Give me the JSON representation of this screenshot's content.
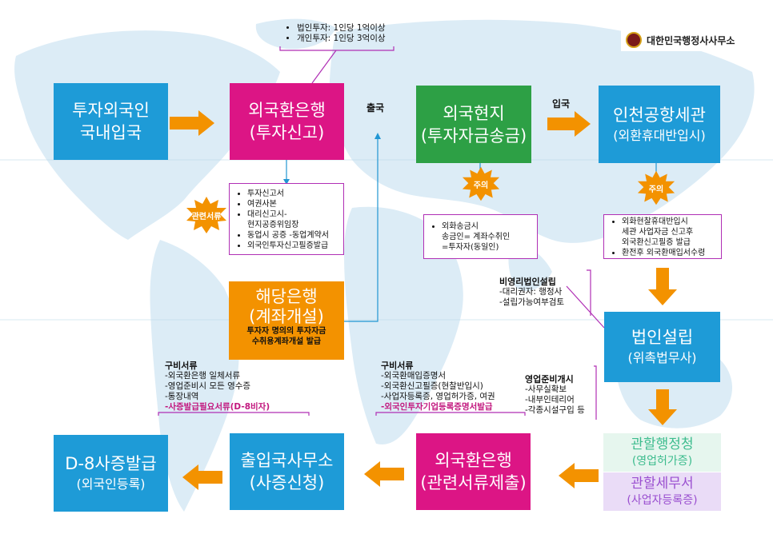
{
  "logo": {
    "text": "대한민국행정사사무소"
  },
  "top_note": {
    "items": [
      "법인투자: 1인당 1억이상",
      "개인투자: 1인당 3억이상"
    ]
  },
  "boxes": {
    "b1": {
      "line1": "투자외국인",
      "line2": "국내입국"
    },
    "b2": {
      "line1": "외국환은행",
      "line2": "(투자신고)"
    },
    "b3": {
      "line1": "외국현지",
      "line2": "(투자자금송금)"
    },
    "b4": {
      "line1": "인천공항세관",
      "line2": "(외환휴대반입시)"
    },
    "b5": {
      "line1": "해당은행",
      "line2": "(계좌개설)",
      "line3": "투자자 명의의 투자자금",
      "line4": "수취용계좌개설 발급"
    },
    "b6": {
      "line1": "법인설립",
      "line2": "(위촉법무사)"
    },
    "b7": {
      "line1": "관할행정청",
      "line2": "(영업허가증)"
    },
    "b8": {
      "line1": "관할세무서",
      "line2": "(사업자등록증)"
    },
    "b9": {
      "line1": "외국환은행",
      "line2": "(관련서류제출)"
    },
    "b10": {
      "line1": "출입국사무소",
      "line2": "(사증신청)"
    },
    "b11": {
      "line1": "D-8사증발급",
      "line2": "(외국인등록)"
    }
  },
  "arrow_labels": {
    "depart": "출국",
    "enter": "입국"
  },
  "bursts": {
    "docs": "관련서류",
    "caution1": "주의",
    "caution2": "주의"
  },
  "doc_list": {
    "items": [
      "투자신고서",
      "여권사본",
      "대리신고시-",
      "현지공증위임장",
      "동업시 공증 -동업계약서",
      "외국인투자신고필증발급"
    ]
  },
  "remit_note": {
    "items": [
      "외화송금시",
      "송금인= 계좌수취인",
      "=투자자(동일인)"
    ]
  },
  "customs_note": {
    "items": [
      "외화현찰휴대반입시",
      "세관 사업자금 신고후",
      "외국환신고필증 발급",
      "환전후 외국환매입서수령"
    ]
  },
  "nonprofit": {
    "title": "비영리법인설립",
    "lines": [
      "-대리권자: 행정사",
      "-설립가능여부검토"
    ]
  },
  "business_prep": {
    "title": "영업준비개시",
    "lines": [
      "-사무실확보",
      "-내부인테리어",
      "-각종시설구입 등"
    ]
  },
  "req_left": {
    "title": "구비서류",
    "lines": [
      "-외국환은행 일체서류",
      "-영업준비시 모든 영수증",
      "-통장내역"
    ],
    "highlight": "-사증발급필요서류(D-8비자)"
  },
  "req_mid": {
    "title": "구비서류",
    "lines": [
      "-외국환매입증명서",
      "-외국환신고필증(현찰반입시)",
      "-사업자등록증, 영업허가증, 여권"
    ],
    "highlight": "-외국인투자기업등록증명서발급"
  },
  "colors": {
    "blue": "#1e9bd7",
    "pink": "#dc1585",
    "green": "#2da045",
    "orange": "#f39200",
    "arrow": "#f39200",
    "highlight": "#c2187f"
  }
}
